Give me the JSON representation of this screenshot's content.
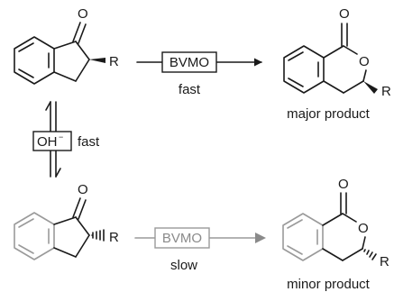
{
  "scheme": {
    "atoms": {
      "carbonyl_o": "O",
      "ring_o": "O",
      "substituent": "R"
    },
    "top_arrow": {
      "reagent": "BVMO",
      "rate": "fast"
    },
    "bottom_arrow": {
      "reagent": "BVMO",
      "rate": "slow"
    },
    "equilibrium": {
      "reagent": "OH",
      "charge": "−",
      "rate": "fast"
    },
    "products": {
      "major": "major product",
      "minor": "minor product"
    }
  }
}
